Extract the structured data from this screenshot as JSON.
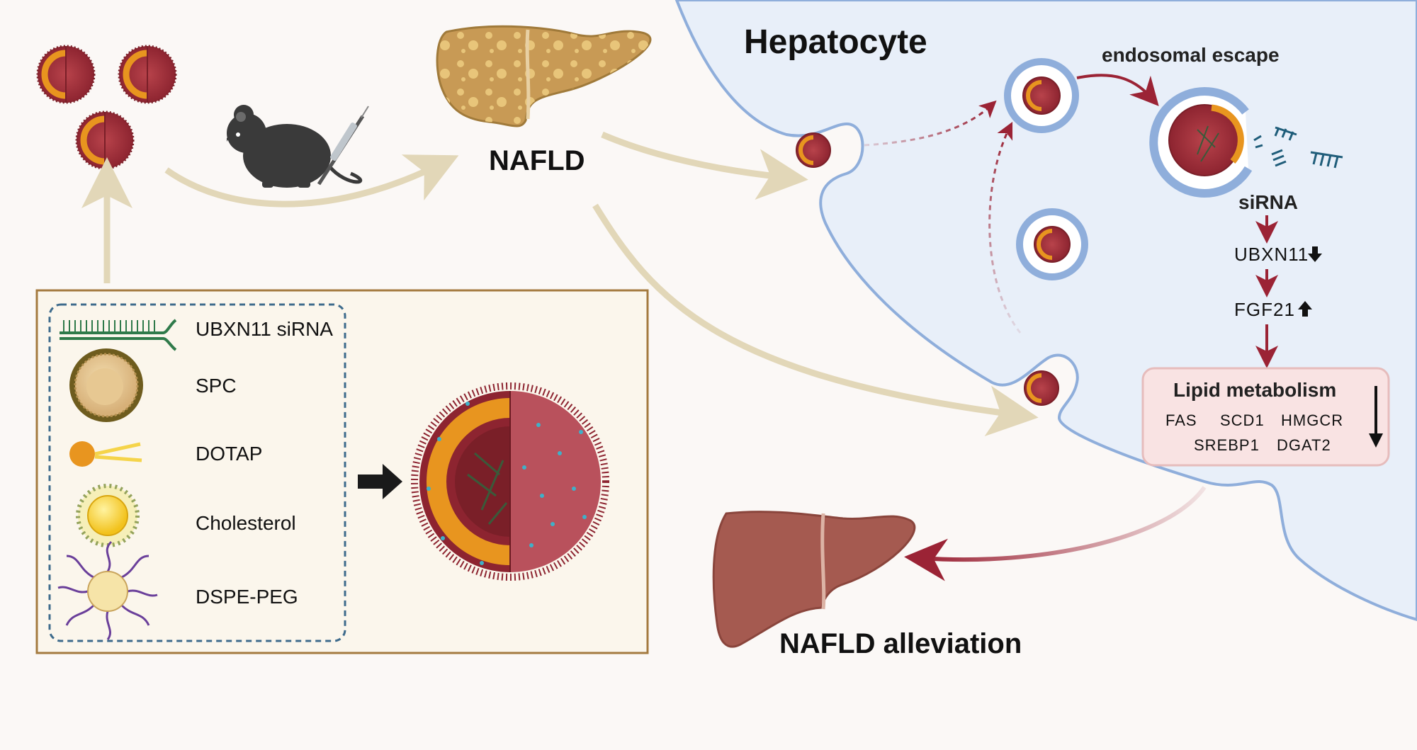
{
  "labels": {
    "hepatocyte": "Hepatocyte",
    "nafld": "NAFLD",
    "endosomal_escape": "endosomal escape",
    "sirna": "siRNA",
    "ubxn11": "UBXN11",
    "fgf21": "FGF21",
    "nafld_alleviation": "NAFLD alleviation"
  },
  "lipid_box": {
    "title": "Lipid metabolism",
    "genes_row1": [
      "FAS",
      "SCD1",
      "HMGCR"
    ],
    "genes_row2": [
      "SREBP1",
      "DGAT2"
    ]
  },
  "legend": {
    "items": [
      "UBXN11 siRNA",
      "SPC",
      "DOTAP",
      "Cholesterol",
      "DSPE-PEG"
    ]
  },
  "arrows": {
    "ubxn11_direction": "down",
    "fgf21_direction": "up",
    "lipid_direction": "down"
  },
  "colors": {
    "cell_fill": "#e8eff9",
    "cell_membrane": "#8faedb",
    "arrow_red": "#9b2335",
    "arrow_beige": "#e2d7b8",
    "nanoparticle": "#a8323c",
    "lipid_shell": "#e8951f",
    "healthy_liver": "#a55a50",
    "fatty_liver": "#c89a55",
    "lipid_box_fill": "#f9e3e3"
  }
}
